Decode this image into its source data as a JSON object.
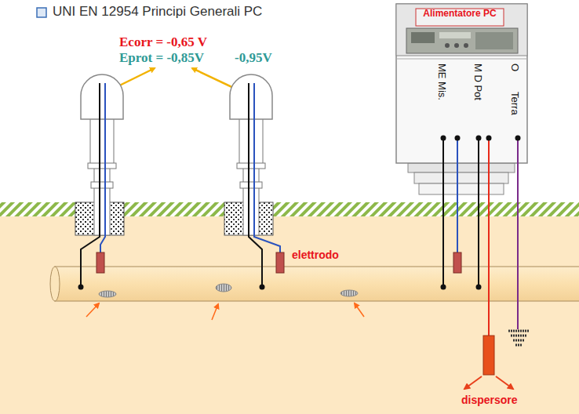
{
  "diagram": {
    "title": "UNI EN 12954 Principi Generali PC",
    "nodes": [
      {
        "text": [
          "Alimentatore PC",
          "ME Mis.",
          "M D Pot",
          "O",
          "Terra"
        ]
      }
    ],
    "labels": [
      "Ecorr = -0,65 V",
      "Eprot = -0,85V",
      "-0,95V",
      "elettrodo",
      "dispersore"
    ]
  }
}
